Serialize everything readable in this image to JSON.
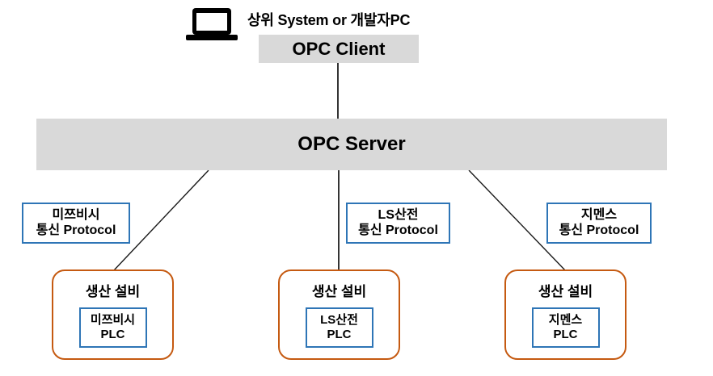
{
  "diagram": {
    "top": {
      "icon": "laptop-icon",
      "label": "상위 System or 개발자PC",
      "client_box": "OPC Client"
    },
    "server": {
      "label": "OPC Server"
    },
    "colors": {
      "gray_fill": "#d9d9d9",
      "blue_border": "#2e75b6",
      "orange_border": "#c55a11",
      "line": "#000000",
      "text": "#000000"
    },
    "protocols": [
      {
        "vendor": "미쯔비시",
        "type": "통신 Protocol"
      },
      {
        "vendor": "LS산전",
        "type": "통신 Protocol"
      },
      {
        "vendor": "지멘스",
        "type": "통신 Protocol"
      }
    ],
    "equipment": [
      {
        "title": "생산 설비",
        "plc_vendor": "미쯔비시",
        "plc_label": "PLC"
      },
      {
        "title": "생산 설비",
        "plc_vendor": "LS산전",
        "plc_label": "PLC"
      },
      {
        "title": "생산 설비",
        "plc_vendor": "지멘스",
        "plc_label": "PLC"
      }
    ]
  }
}
